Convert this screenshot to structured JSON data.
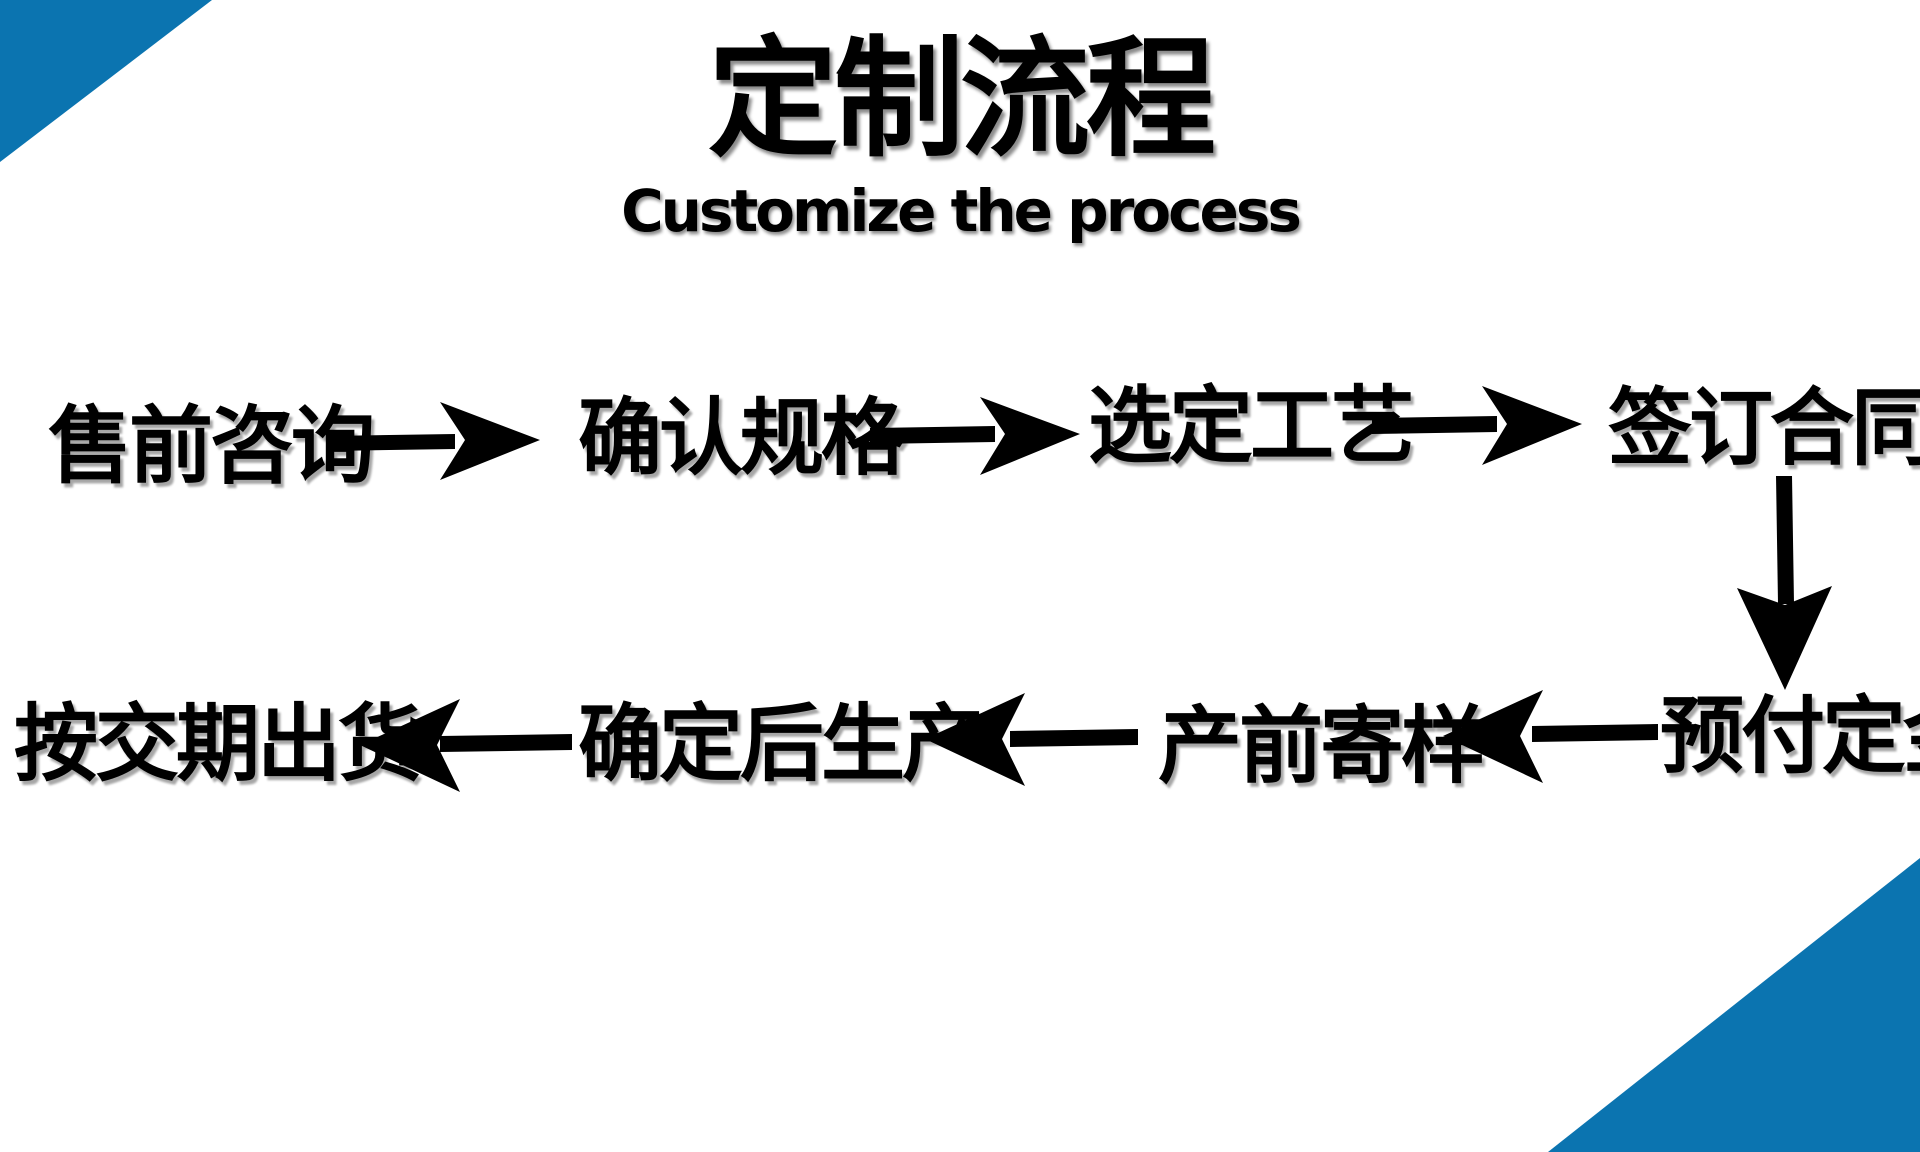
{
  "title": "定制流程",
  "subtitle": "Customize the process",
  "accent_color": "#0b74b0",
  "steps": [
    {
      "label": "售前咨询"
    },
    {
      "label": "确认规格"
    },
    {
      "label": "选定工艺"
    },
    {
      "label": "签订合同"
    },
    {
      "label": "预付定金"
    },
    {
      "label": "产前寄样"
    },
    {
      "label": "确定后生产"
    },
    {
      "label": "按交期出货"
    }
  ],
  "flow": [
    "售前咨询",
    "确认规格",
    "选定工艺",
    "签订合同",
    "预付定金",
    "产前寄样",
    "确定后生产",
    "按交期出货"
  ]
}
